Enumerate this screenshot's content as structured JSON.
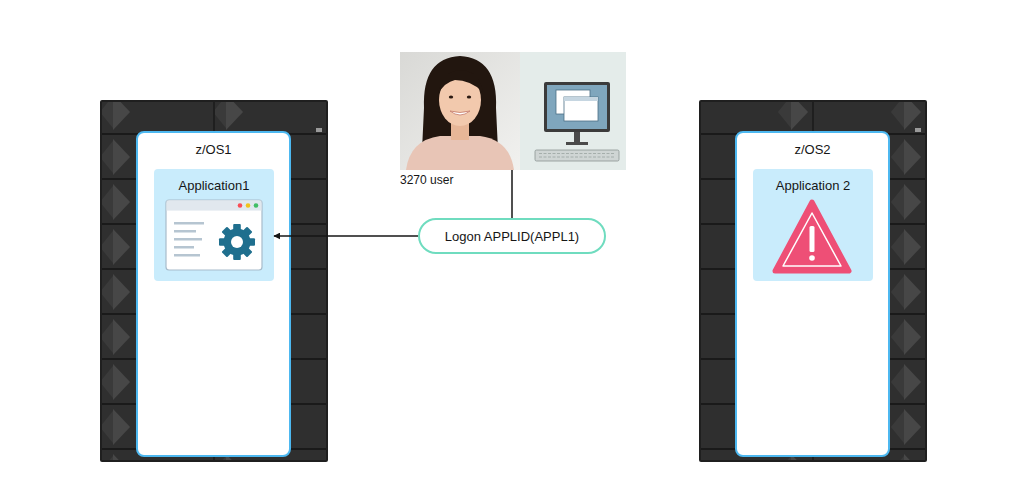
{
  "diagram": {
    "nodes": [
      {
        "text": [
          "z/OS1"
        ]
      },
      {
        "text": [
          "Application1"
        ],
        "in": 0
      },
      {
        "text": [
          "3270 user"
        ]
      },
      {
        "text": [
          "Logon APPLID(APPL1)"
        ]
      },
      {
        "text": [
          "z/OS2"
        ]
      },
      {
        "text": [
          "Application 2"
        ],
        "in": 4
      }
    ],
    "edges": [
      {
        "from": 2,
        "to": 3,
        "arrow": "none"
      },
      {
        "from": 3,
        "to": 1,
        "arrow": "to"
      }
    ]
  }
}
